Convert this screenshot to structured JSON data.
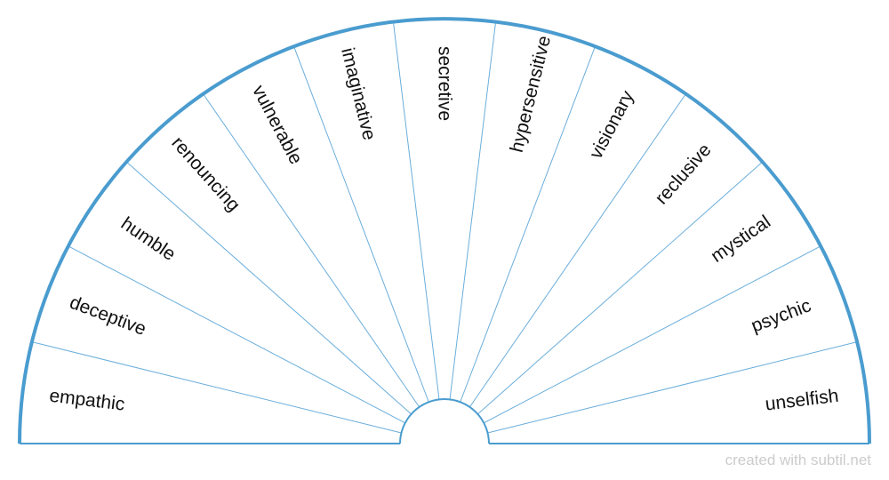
{
  "pendulum": {
    "sectors": [
      "empathic",
      "deceptive",
      "humble",
      "renouncing",
      "vulnerable",
      "imaginative",
      "secretive",
      "hypersensitive",
      "visionary",
      "reclusive",
      "mystical",
      "psychic",
      "unselfish"
    ],
    "colors": {
      "outline": "#4a9ccf",
      "divider": "#6aaedb",
      "text": "#111111"
    }
  },
  "footer": {
    "credit": "created with subtil.net"
  }
}
